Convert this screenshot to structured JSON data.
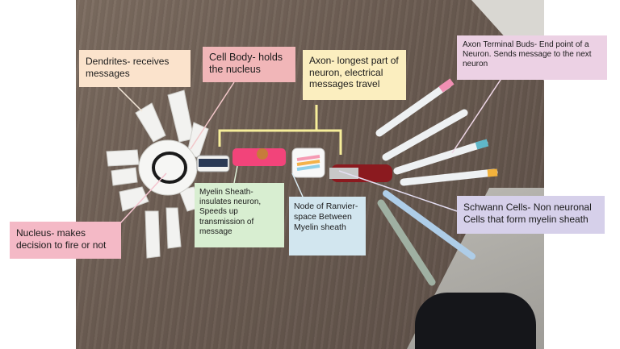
{
  "labels": {
    "dendrites": "Dendrites- receives messages",
    "cell_body": "Cell Body- holds the nucleus",
    "axon": "Axon- longest part of neuron, electrical messages travel",
    "axon_terminal": "Axon Terminal Buds- End point of a Neuron. Sends message to the next neuron",
    "nucleus": "Nucleus- makes decision to fire or not",
    "myelin_sheath": "Myelin Sheath- insulates neuron, Speeds up transmission of message",
    "node_of_ranvier": "Node of Ranvier- space Between Myelin sheath",
    "schwann_cells": "Schwann Cells- Non neuronal Cells that form myelin sheath"
  },
  "colors": {
    "dendrites_box": "#fbe3cc",
    "cell_body_box": "#f1b6b8",
    "axon_box": "#fbeebf",
    "axon_terminal_box": "#ecd1e4",
    "nucleus_box": "#f4b9c6",
    "myelin_box": "#d8eed1",
    "node_box": "#d2e6ef",
    "schwann_box": "#d6d0ea",
    "table": "#6b5c52"
  }
}
